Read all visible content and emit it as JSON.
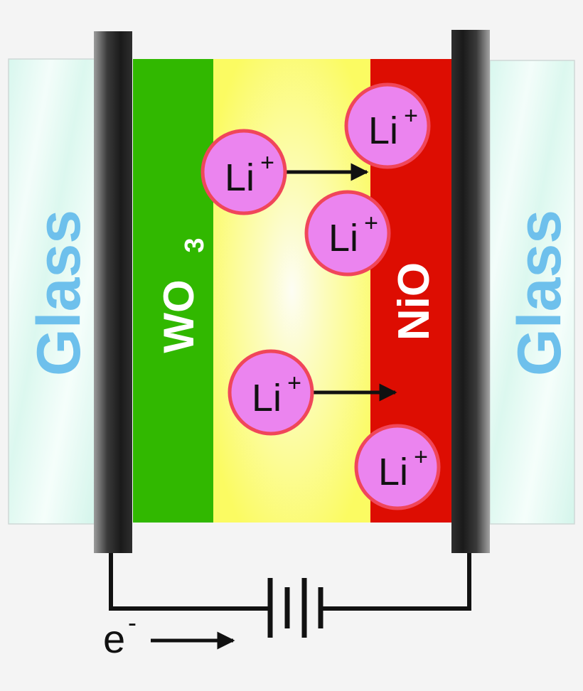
{
  "layers": {
    "glass_left": "Glass",
    "wo3_main": "WO",
    "wo3_sub": "3",
    "nio": "NiO",
    "glass_right": "Glass"
  },
  "ion": {
    "base": "Li",
    "charge": "+"
  },
  "electron": {
    "base": "e",
    "charge": "-"
  },
  "colors": {
    "glass_text": "#6ec0ec",
    "wo3": "#31b800",
    "nio": "#dd0d02",
    "electrolyte": "#fbfb66",
    "ion_fill": "#eb84ef",
    "ion_stroke": "#f0465a",
    "wire": "#111111"
  }
}
